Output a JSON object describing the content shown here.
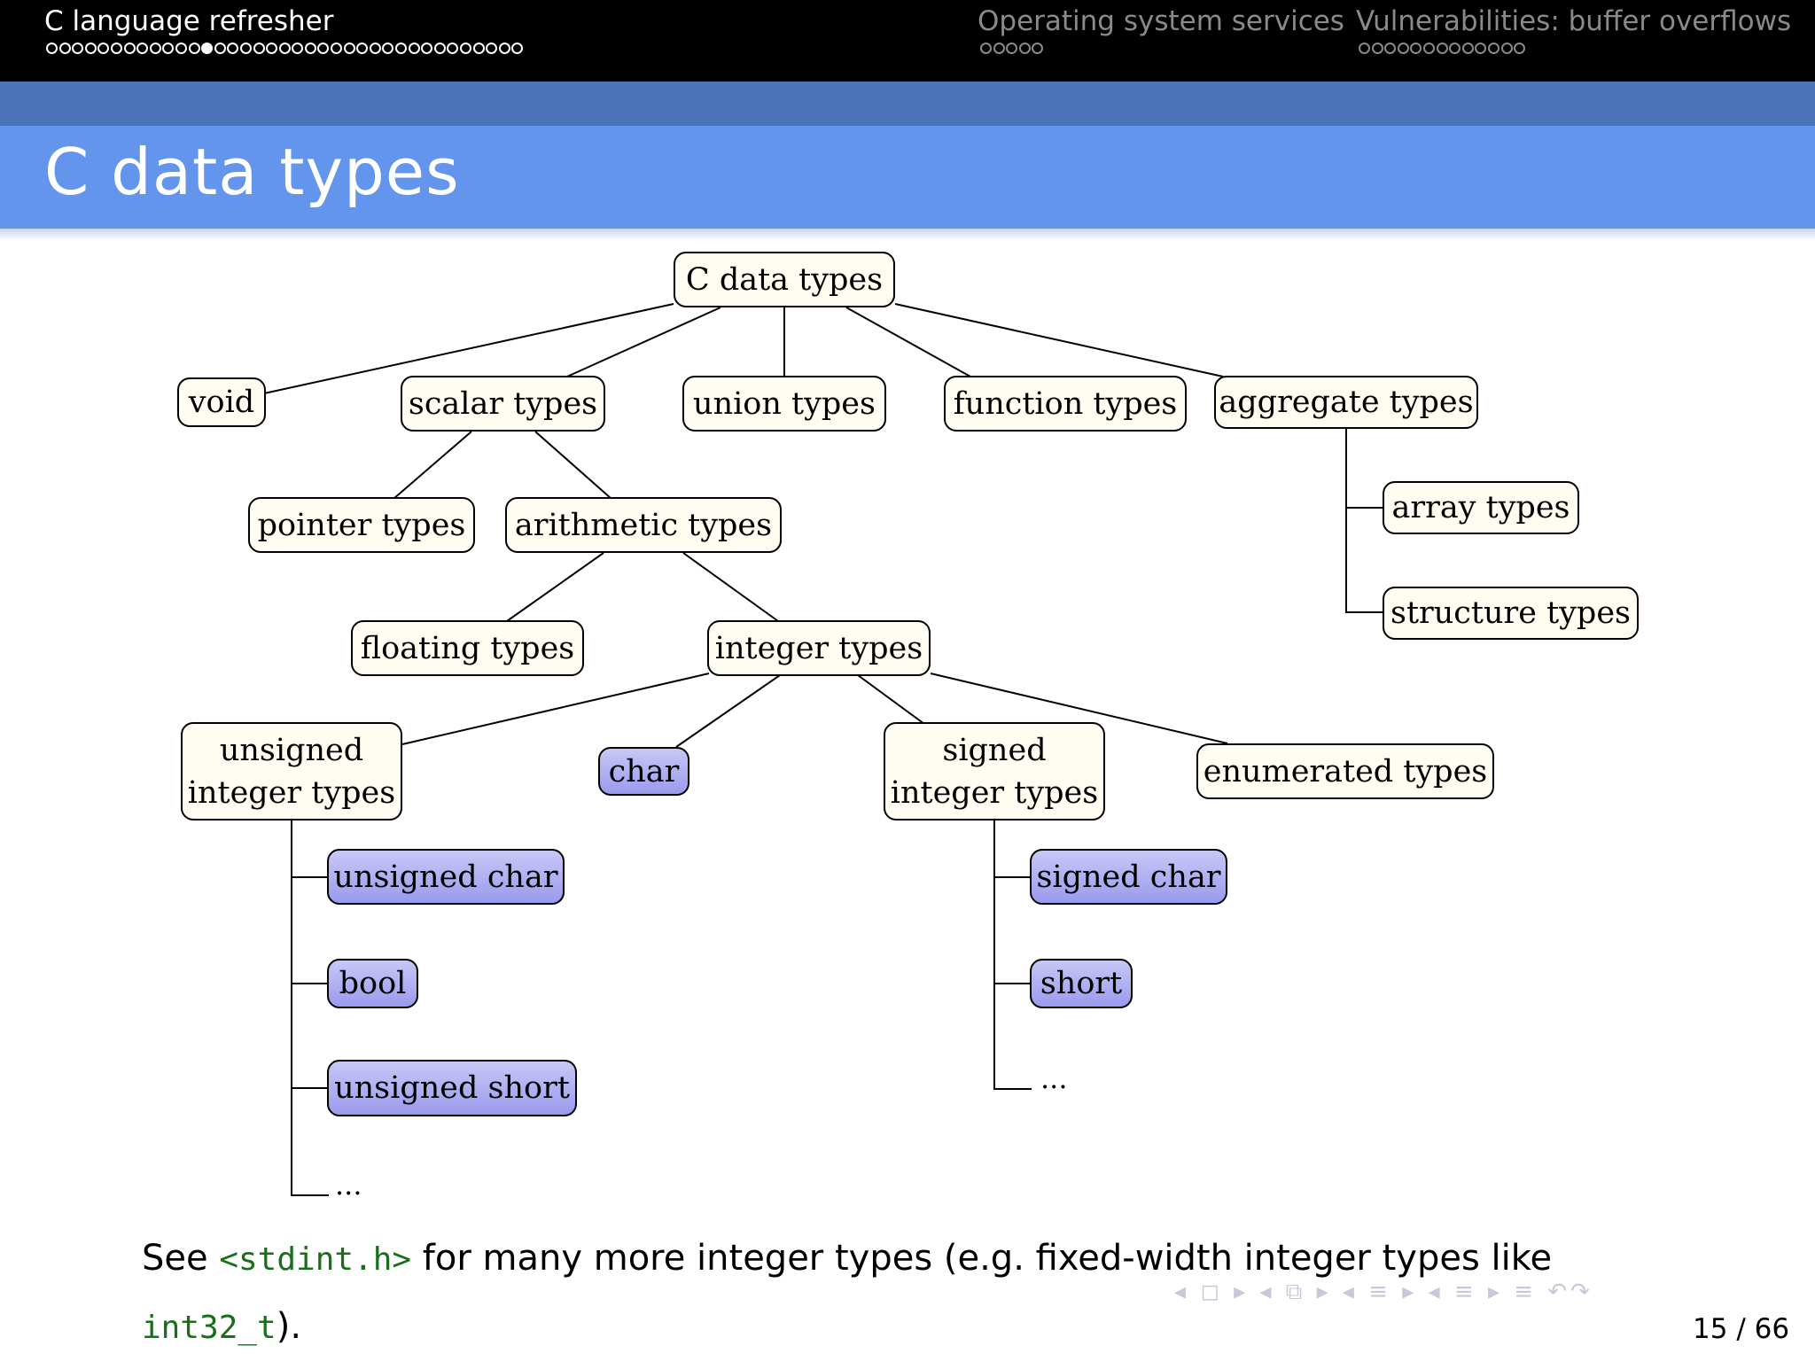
{
  "nav": {
    "sections": [
      {
        "title": "C language refresher",
        "active": true,
        "dot_count": 37,
        "current_dot": 12
      },
      {
        "title": "Operating system services",
        "active": false,
        "dot_count": 5
      },
      {
        "title": "Vulnerabilities: buffer overflows",
        "active": false,
        "dot_count": 13
      }
    ]
  },
  "frame_title": "C data types",
  "tree": {
    "root": "C data types",
    "void": "void",
    "scalar": "scalar types",
    "union": "union types",
    "function": "function types",
    "aggregate": "aggregate types",
    "pointer": "pointer types",
    "arithmetic": "arithmetic types",
    "array": "array types",
    "structure": "structure types",
    "floating": "floating types",
    "integer": "integer types",
    "unsigned_line1": "unsigned",
    "unsigned_line2": "integer types",
    "char": "char",
    "signed_line1": "signed",
    "signed_line2": "integer types",
    "enumerated": "enumerated types",
    "unsigned_char": "unsigned char",
    "bool": "bool",
    "unsigned_short": "unsigned short",
    "unsigned_more": "...",
    "signed_char": "signed char",
    "short": "short",
    "signed_more": "..."
  },
  "footer": {
    "see": "See ",
    "header_code": "<stdint.h>",
    "rest": " for many more integer types (e.g. fixed-width integer types like",
    "type_code": "int32_t",
    "end": ")."
  },
  "page": {
    "current": "15",
    "separator": "/",
    "total": "66"
  },
  "beamer_nav_icons": "◂ ◻ ▸ ◂ ⧉ ▸ ◂ ≡ ▸ ◂ ≡ ▸ ≡ ↶↷"
}
